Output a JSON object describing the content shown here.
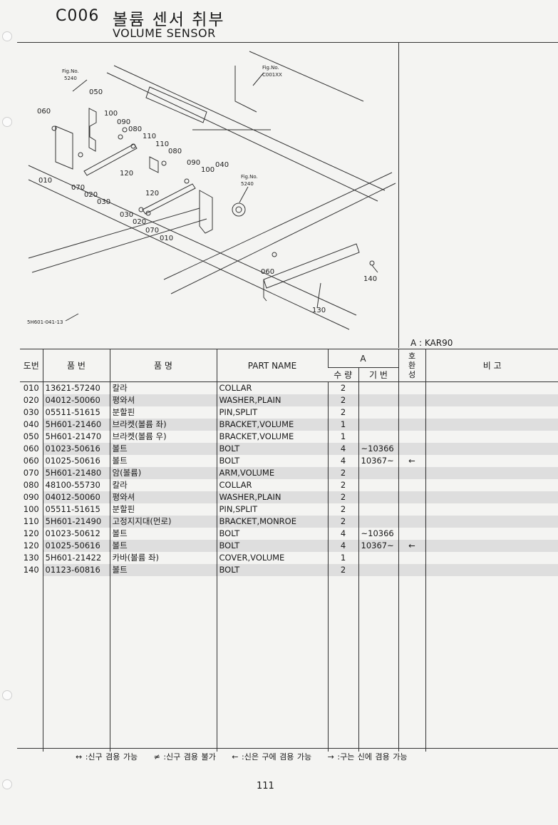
{
  "header": {
    "code": "C006",
    "title_ko": "볼륨 센서 취부",
    "title_en": "VOLUME SENSOR"
  },
  "diagram": {
    "labels": [
      "Fig.No.",
      "5240",
      "Fig.No.",
      "C001XX",
      "Fig.No.",
      "5240",
      "050",
      "060",
      "100",
      "090",
      "080",
      "110",
      "110",
      "080",
      "090",
      "100",
      "040",
      "120",
      "010",
      "070",
      "020",
      "030",
      "120",
      "030",
      "020",
      "070",
      "010",
      "060",
      "140",
      "130",
      "5H601-041-13"
    ]
  },
  "model_note": "A : KAR90",
  "table": {
    "headers": {
      "no": "도번",
      "part_no": "품      번",
      "name_ko": "품         명",
      "part_name": "PART  NAME",
      "group_a": "A",
      "qty": "수 량",
      "serial": "기 번",
      "interchange": "호\n환\n성",
      "remarks": "비         고"
    },
    "rows": [
      {
        "no": "010",
        "part_no": "13621-57240",
        "name_ko": "칼라",
        "part_name": "COLLAR",
        "qty": "2",
        "serial": "",
        "inter": "",
        "shade": false
      },
      {
        "no": "020",
        "part_no": "04012-50060",
        "name_ko": "평와셔",
        "part_name": "WASHER,PLAIN",
        "qty": "2",
        "serial": "",
        "inter": "",
        "shade": true
      },
      {
        "no": "030",
        "part_no": "05511-51615",
        "name_ko": "분할핀",
        "part_name": "PIN,SPLIT",
        "qty": "2",
        "serial": "",
        "inter": "",
        "shade": false
      },
      {
        "no": "040",
        "part_no": "5H601-21460",
        "name_ko": "브라켓(볼륨 좌)",
        "part_name": "BRACKET,VOLUME",
        "qty": "1",
        "serial": "",
        "inter": "",
        "shade": true
      },
      {
        "no": "050",
        "part_no": "5H601-21470",
        "name_ko": "브라켓(볼륨 우)",
        "part_name": "BRACKET,VOLUME",
        "qty": "1",
        "serial": "",
        "inter": "",
        "shade": false
      },
      {
        "no": "060",
        "part_no": "01023-50616",
        "name_ko": "볼트",
        "part_name": "BOLT",
        "qty": "4",
        "serial": "~10366",
        "inter": "",
        "shade": true
      },
      {
        "no": "060",
        "part_no": "01025-50616",
        "name_ko": "볼트",
        "part_name": "BOLT",
        "qty": "4",
        "serial": "10367~",
        "inter": "←",
        "shade": false
      },
      {
        "no": "070",
        "part_no": "5H601-21480",
        "name_ko": "암(볼륨)",
        "part_name": "ARM,VOLUME",
        "qty": "2",
        "serial": "",
        "inter": "",
        "shade": true
      },
      {
        "no": "080",
        "part_no": "48100-55730",
        "name_ko": "칼라",
        "part_name": "COLLAR",
        "qty": "2",
        "serial": "",
        "inter": "",
        "shade": false
      },
      {
        "no": "090",
        "part_no": "04012-50060",
        "name_ko": "평와셔",
        "part_name": "WASHER,PLAIN",
        "qty": "2",
        "serial": "",
        "inter": "",
        "shade": true
      },
      {
        "no": "100",
        "part_no": "05511-51615",
        "name_ko": "분할핀",
        "part_name": "PIN,SPLIT",
        "qty": "2",
        "serial": "",
        "inter": "",
        "shade": false
      },
      {
        "no": "110",
        "part_no": "5H601-21490",
        "name_ko": "고정지지대(먼로)",
        "part_name": "BRACKET,MONROE",
        "qty": "2",
        "serial": "",
        "inter": "",
        "shade": true
      },
      {
        "no": "120",
        "part_no": "01023-50612",
        "name_ko": "볼트",
        "part_name": "BOLT",
        "qty": "4",
        "serial": "~10366",
        "inter": "",
        "shade": false
      },
      {
        "no": "120",
        "part_no": "01025-50616",
        "name_ko": "볼트",
        "part_name": "BOLT",
        "qty": "4",
        "serial": "10367~",
        "inter": "←",
        "shade": true
      },
      {
        "no": "130",
        "part_no": "5H601-21422",
        "name_ko": "카바(볼륨 좌)",
        "part_name": "COVER,VOLUME",
        "qty": "1",
        "serial": "",
        "inter": "",
        "shade": false
      },
      {
        "no": "140",
        "part_no": "01123-60816",
        "name_ko": "볼트",
        "part_name": "BOLT",
        "qty": "2",
        "serial": "",
        "inter": "",
        "shade": true
      }
    ]
  },
  "legend": [
    "↔ :신구 겸용 가능",
    "≠ :신구 겸용 불가",
    "← :신은 구에 겸용 가능",
    "→ :구는 신에 겸용 가능"
  ],
  "page_number": "111"
}
